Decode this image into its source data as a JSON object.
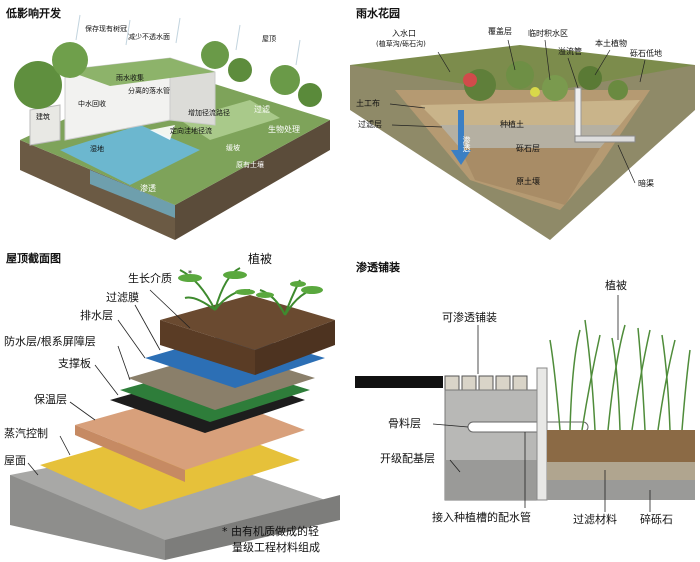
{
  "panel1": {
    "title": "低影响开发",
    "labels": {
      "retain_trees": "保存现有树冠",
      "reduce_impervious": "减少不透水面",
      "green_roof": "屋顶",
      "rainwater_collection": "雨水收集",
      "gray_water_reuse": "中水回收",
      "disconnected_downspout": "分离的落水管",
      "extend_flow_path": "增加径流路径",
      "directional_swale": "定向洼地径流",
      "biofiltration": "生物处理",
      "filtration": "过滤",
      "infiltration": "渗透",
      "wetland": "湿地",
      "permeable_soil": "原有土壤",
      "slope_label": "缓坡",
      "left_building": "建筑"
    }
  },
  "panel2": {
    "title": "雨水花园",
    "labels": {
      "inlet": "入水口",
      "inlet_sub": "(植草沟/砾石沟)",
      "mulch": "覆盖层",
      "ponding": "临时积水区",
      "overflow": "溢流管",
      "native_plants": "本土植物",
      "gravel_depression": "砾石低地",
      "geotextile": "土工布",
      "filter_layer": "过滤层",
      "planting_soil": "种植土",
      "infiltrate": "渗透",
      "gravel_layer": "砾石层",
      "native_soil": "原土壤",
      "underdrain": "暗渠"
    }
  },
  "panel3": {
    "title": "屋顶截面图",
    "labels": {
      "vegetation": "植被",
      "growing_medium": "生长介质",
      "asterisk": "*",
      "filter_membrane": "过滤膜",
      "drainage_layer": "排水层",
      "waterproof_root_barrier": "防水层/根系屏障层",
      "support_board": "支撑板",
      "insulation": "保温层",
      "vapor_control": "蒸汽控制",
      "roof_deck": "屋面",
      "footnote_line1": "* 由有机质做成的轻",
      "footnote_line2": "量级工程材料组成"
    }
  },
  "panel4": {
    "title": "渗透铺装",
    "labels": {
      "permeable_paving": "可渗透铺装",
      "vegetation": "植被",
      "aggregate_layer": "骨料层",
      "graded_base": "开级配基层",
      "connected_pipe": "接入种植槽的配水管",
      "filter_material": "过滤材料",
      "crushed_stone": "碎砾石"
    }
  },
  "colors": {
    "soil_brown": "#8a6a45",
    "grass_green": "#5a8a3a",
    "water_blue": "#4a90c8",
    "membrane_blue": "#2c6fb5",
    "green_layer": "#2f7d3a",
    "black_layer": "#1d1d1d",
    "insulation_tan": "#d9a07a",
    "yellow_layer": "#e8c23a",
    "concrete_gray": "#9a9a9a"
  }
}
